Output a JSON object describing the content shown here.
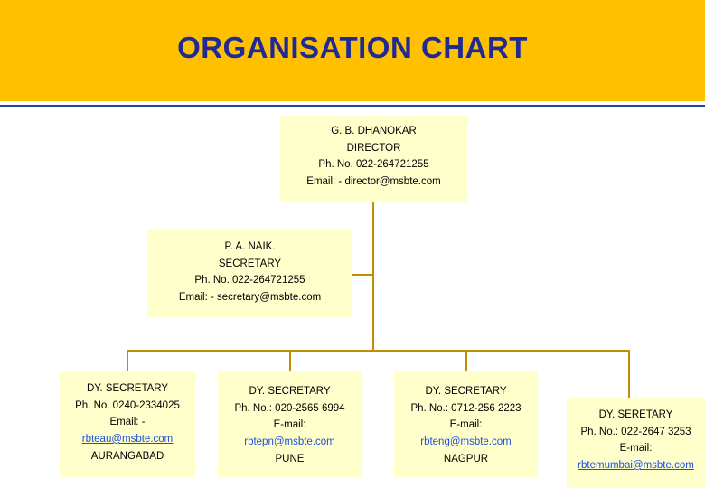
{
  "header": {
    "title": "ORGANISATION CHART",
    "banner_color": "#ffc000",
    "title_color": "#1f2a96",
    "rule_color": "#2b3fa0"
  },
  "theme": {
    "box_fill": "#ffffcc",
    "connector_color": "#bf8f00",
    "link_color": "#1f4fd8"
  },
  "nodes": {
    "director": {
      "name": "G. B. DHANOKAR",
      "designation": "DIRECTOR",
      "phone": "Ph. No. 022-264721255",
      "email": "Email: - director@msbte.com"
    },
    "secretary": {
      "name": "P. A. NAIK.",
      "designation": "SECRETARY",
      "phone": "Ph. No. 022-264721255",
      "email": "Email: - secretary@msbte.com"
    },
    "dy_aurangabad": {
      "designation": "DY. SECRETARY",
      "phone": "Ph. No. 0240-2334025",
      "email_label": "Email: -",
      "email": "rbteau@msbte.com",
      "location": "AURANGABAD"
    },
    "dy_pune": {
      "designation": "DY. SECRETARY",
      "phone": "Ph. No.: 020-2565 6994",
      "email_label": "E-mail:",
      "email": "rbtepn@msbte.com",
      "location": "PUNE"
    },
    "dy_nagpur": {
      "designation": "DY. SECRETARY",
      "phone": "Ph. No.: 0712-256 2223",
      "email_label": "E-mail:",
      "email": "rbteng@msbte.com",
      "location": "NAGPUR"
    },
    "dy_mumbai": {
      "designation": "DY. SERETARY",
      "phone": "Ph. No.: 022-2647 3253",
      "email_label": "E-mail:",
      "email": "rbtemumbai@msbte.com"
    }
  }
}
